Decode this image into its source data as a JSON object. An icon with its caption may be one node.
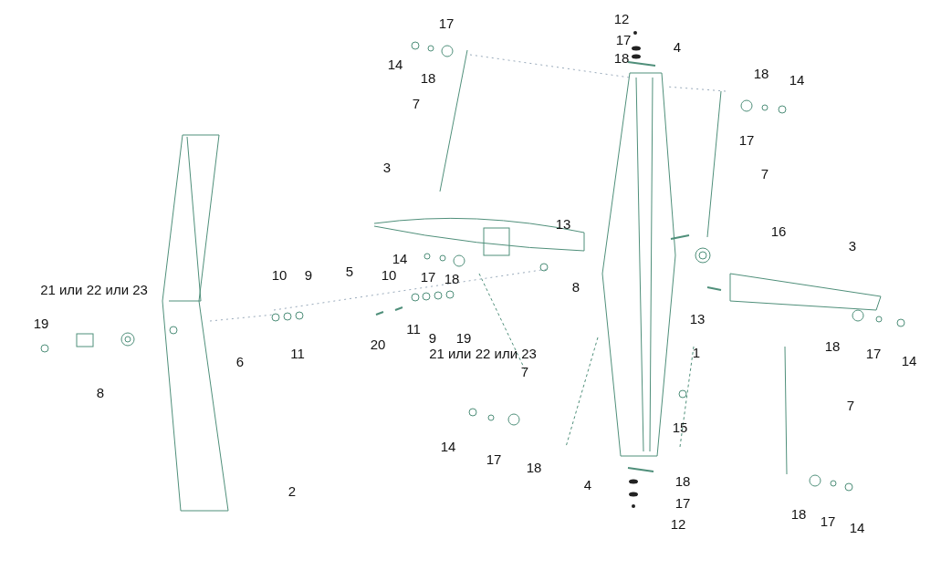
{
  "diagram": {
    "labels": [
      "17",
      "12",
      "17",
      "4",
      "18",
      "14",
      "18",
      "18",
      "14",
      "7",
      "17",
      "3",
      "7",
      "13",
      "16",
      "3",
      "14",
      "10",
      "9",
      "5",
      "10",
      "17",
      "18",
      "21 или 22 или 23",
      "8",
      "13",
      "19",
      "11",
      "9",
      "19",
      "20",
      "11",
      "21 или 22 или 23",
      "1",
      "18",
      "17",
      "6",
      "14",
      "7",
      "8",
      "7",
      "15",
      "14",
      "17",
      "18",
      "4",
      "18",
      "2",
      "17",
      "18",
      "17",
      "14",
      "12"
    ]
  }
}
